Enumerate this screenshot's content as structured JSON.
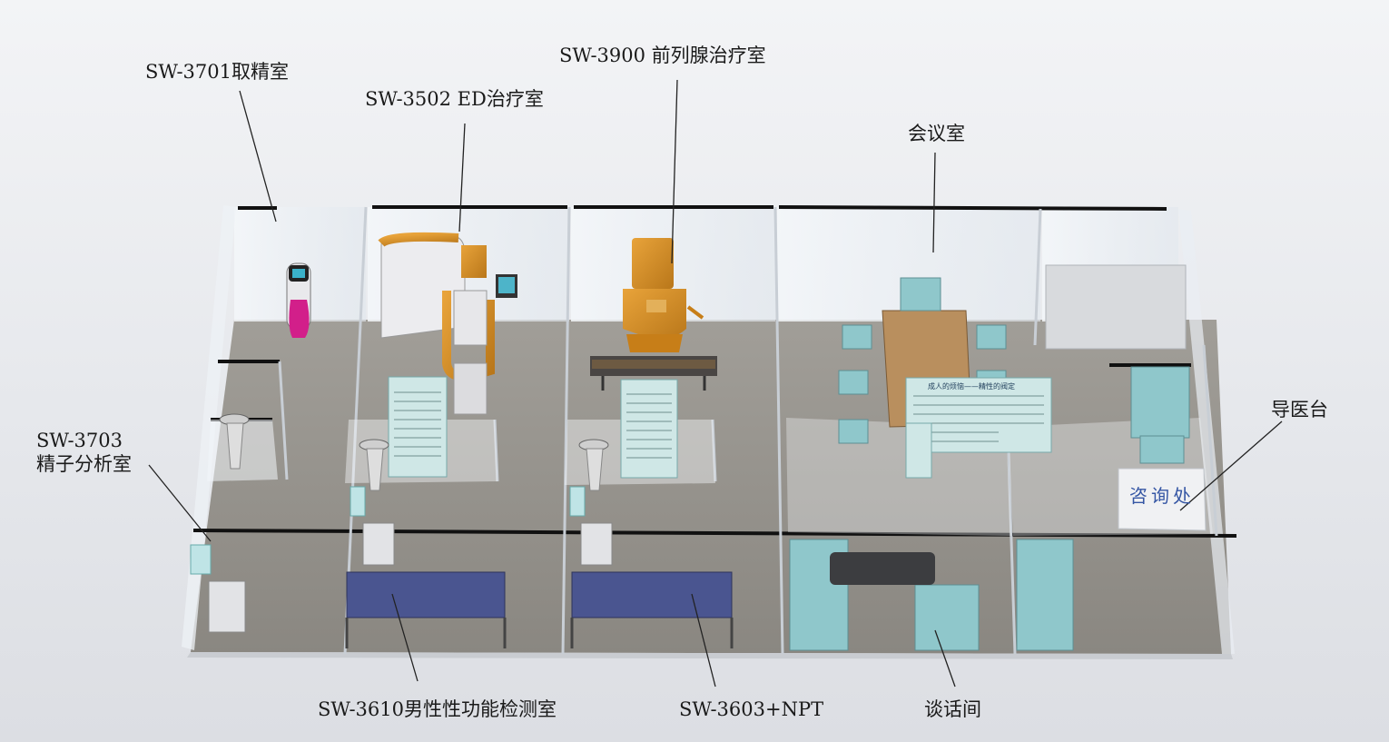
{
  "labels": {
    "sw3701": "SW-3701取精室",
    "sw3502": "SW-3502 ED治疗室",
    "sw3900": "SW-3900 前列腺治疗室",
    "meeting": "会议室",
    "sw3703_line1": "SW-3703",
    "sw3703_line2": "精子分析室",
    "guide": "导医台",
    "sw3610": "SW-3610男性性功能检测室",
    "sw3603": "SW-3603+NPT",
    "talk": "谈话间"
  },
  "desk_sign": "咨询处",
  "poster_title": "成人的烦恼——精性的阀定",
  "colors": {
    "floor": "#8f8c86",
    "glass": "#eef3f7",
    "orange": "#d4901e",
    "teal": "#7fbcc0",
    "navy_bed": "#4a5590",
    "wood": "#b98f5e",
    "wall_top": "#111111"
  }
}
